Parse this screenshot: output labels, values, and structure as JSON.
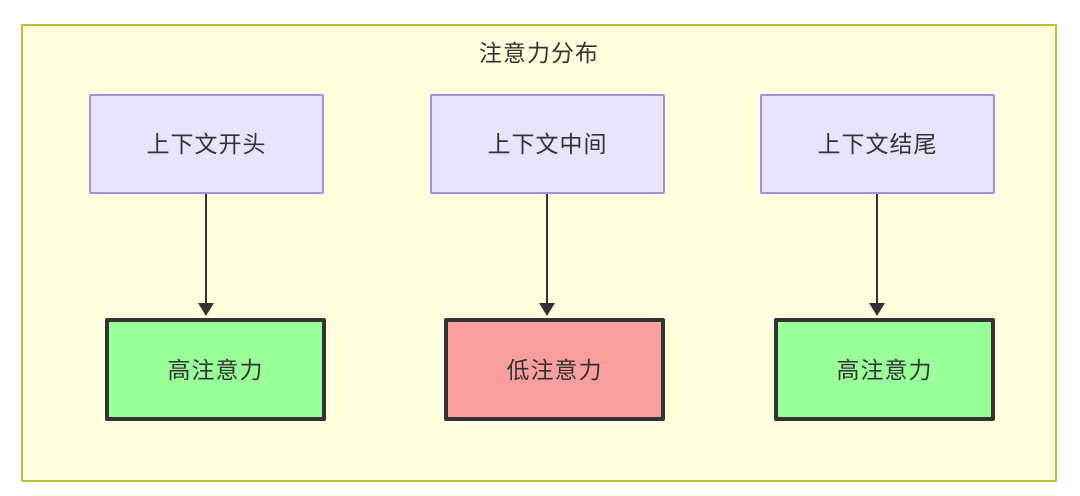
{
  "diagram": {
    "type": "flowchart",
    "title": "注意力分布",
    "container": {
      "label": "注意力分布",
      "fill_color": "#ffffdd",
      "border_color": "#bfbf35"
    },
    "nodes": [
      {
        "id": "ctx-start",
        "label": "上下文开头",
        "row": "top",
        "fill_color": "#e8e4fc",
        "border_color": "#a98edb",
        "text_color": "#333333"
      },
      {
        "id": "ctx-middle",
        "label": "上下文中间",
        "row": "top",
        "fill_color": "#e8e4fc",
        "border_color": "#a98edb",
        "text_color": "#333333"
      },
      {
        "id": "ctx-end",
        "label": "上下文结尾",
        "row": "top",
        "fill_color": "#e8e4fc",
        "border_color": "#a98edb",
        "text_color": "#333333"
      },
      {
        "id": "attention-high-start",
        "label": "高注意力",
        "row": "bottom",
        "fill_color": "#99ff99",
        "border_color": "#333333",
        "text_color": "#333333"
      },
      {
        "id": "attention-low-middle",
        "label": "低注意力",
        "row": "bottom",
        "fill_color": "#fa9e9e",
        "border_color": "#333333",
        "text_color": "#333333"
      },
      {
        "id": "attention-high-end",
        "label": "高注意力",
        "row": "bottom",
        "fill_color": "#99ff99",
        "border_color": "#333333",
        "text_color": "#333333"
      }
    ],
    "edges": [
      {
        "from": "ctx-start",
        "to": "attention-high-start",
        "label": "",
        "arrow": "arrow-down-icon"
      },
      {
        "from": "ctx-middle",
        "to": "attention-low-middle",
        "label": "",
        "arrow": "arrow-down-icon"
      },
      {
        "from": "ctx-end",
        "to": "attention-high-end",
        "label": "",
        "arrow": "arrow-down-icon"
      }
    ]
  }
}
